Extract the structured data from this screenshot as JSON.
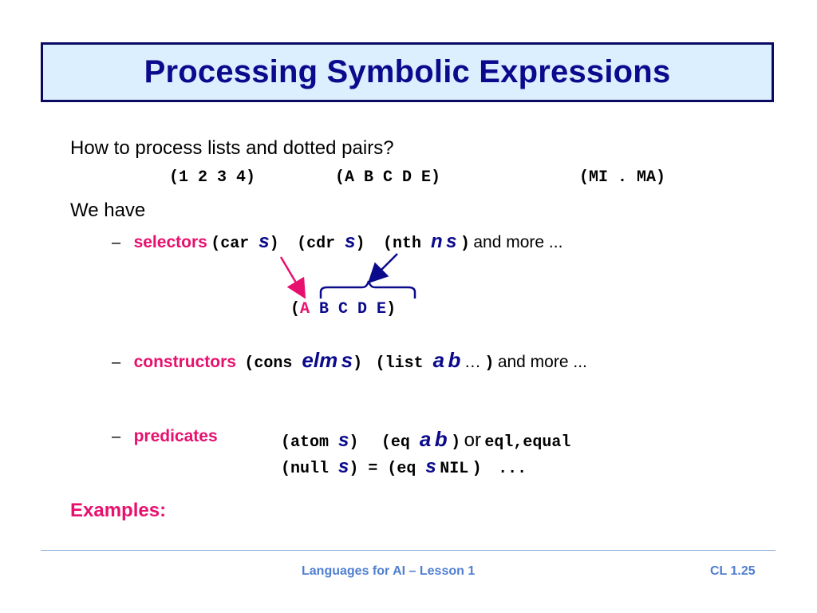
{
  "slide": {
    "title": "Processing Symbolic Expressions",
    "intro": "How to process lists and dotted pairs?",
    "examples_lists": [
      "(1 2 3 4)",
      "(A B C D E)",
      "(MI . MA)"
    ],
    "we_have": "We have",
    "dash": "–",
    "selectors": {
      "label": "selectors",
      "car_open": "(car ",
      "car_arg": "s",
      "car_close": ")",
      "cdr_open": "(cdr ",
      "cdr_arg": "s",
      "cdr_close": ")",
      "nth_open": "(nth ",
      "nth_arg1": "n",
      "nth_arg2": "s",
      "nth_close": ")",
      "more": "and more ..."
    },
    "diagram": {
      "open": "(",
      "head": "A",
      "tail": "B C D E",
      "close": ")"
    },
    "constructors": {
      "label": "constructors",
      "cons_open": "(cons ",
      "cons_arg1": "elm",
      "cons_arg2": "s",
      "cons_close": ")",
      "list_open": "(list ",
      "list_arg1": "a",
      "list_arg2": "b",
      "list_ellipsis": "…",
      "list_close": ")",
      "more": "and more ..."
    },
    "predicates": {
      "label": "predicates",
      "atom_open": "(atom ",
      "atom_arg": "s",
      "atom_close": ")",
      "eq_open": "(eq ",
      "eq_arg1": "a",
      "eq_arg2": "b",
      "eq_close": ")",
      "or": "or",
      "eql": "eql,",
      "equal": "equal",
      "null_open": "(null ",
      "null_arg": "s",
      "null_mid": ") = (eq ",
      "null_arg2": "s",
      "null_nil": "NIL",
      "null_close": ")",
      "dots": "..."
    },
    "examples_label": "Examples:",
    "footer_center": "Languages for AI – Lesson 1",
    "footer_right": "CL 1.25"
  },
  "colors": {
    "title_bg": "#dcefff",
    "title_text": "#0a0a8c",
    "keyword": "#e8106e",
    "footer": "#4f7fd0"
  }
}
